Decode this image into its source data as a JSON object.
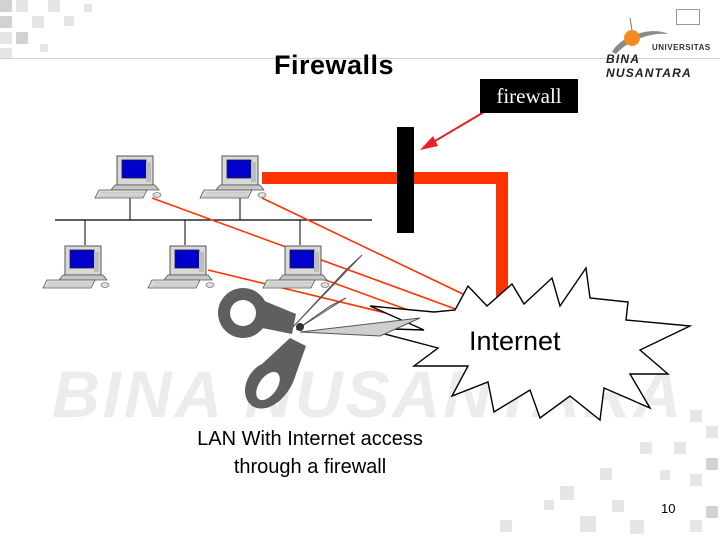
{
  "slide": {
    "title": "Firewalls",
    "firewall_label": "firewall",
    "internet_label": "Internet",
    "caption_line1": "LAN With Internet access",
    "caption_line2": "through a firewall",
    "page_number": "10"
  },
  "branding": {
    "university": "UNIVERSITAS",
    "name": "BINA NUSANTARA",
    "watermark": "BINA NUSANTARA"
  },
  "colors": {
    "cable": "#ff3300",
    "firewall": "#000000",
    "arrow": "#e8202a",
    "scissors_handle": "#5f5f5f",
    "logo_orange": "#f28c1e"
  },
  "icons": [
    "computer-icon",
    "scissors-icon",
    "firewall-wall",
    "internet-burst",
    "binus-logo"
  ]
}
